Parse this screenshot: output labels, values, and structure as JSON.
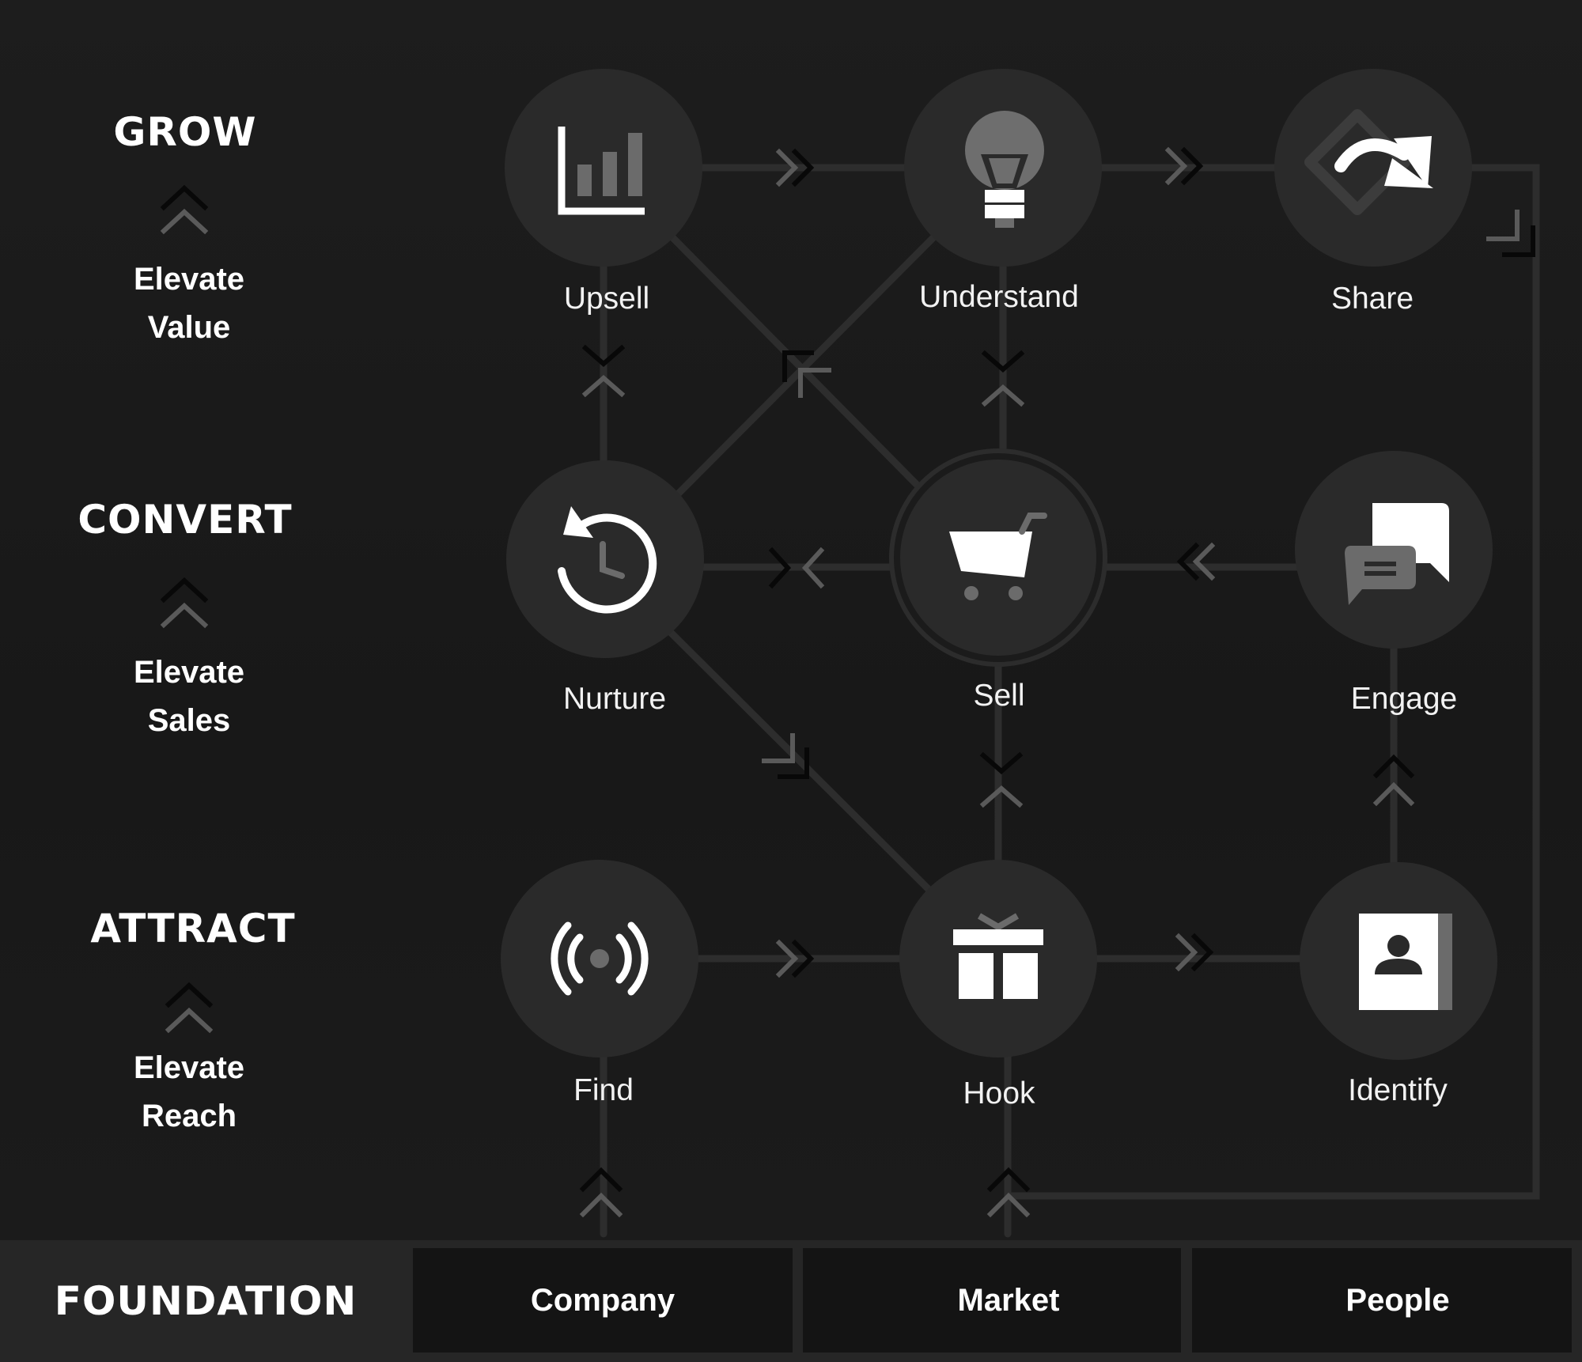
{
  "stages": [
    {
      "title": "GROW",
      "subtitle_line1": "Elevate",
      "subtitle_line2": "Value"
    },
    {
      "title": "CONVERT",
      "subtitle_line1": "Elevate",
      "subtitle_line2": "Sales"
    },
    {
      "title": "ATTRACT",
      "subtitle_line1": "Elevate",
      "subtitle_line2": "Reach"
    }
  ],
  "nodes": {
    "upsell": {
      "label": "Upsell",
      "icon": "bar-chart-icon"
    },
    "understand": {
      "label": "Understand",
      "icon": "lightbulb-icon"
    },
    "share": {
      "label": "Share",
      "icon": "share-arrow-icon"
    },
    "nurture": {
      "label": "Nurture",
      "icon": "history-clock-icon"
    },
    "sell": {
      "label": "Sell",
      "icon": "shopping-cart-icon"
    },
    "engage": {
      "label": "Engage",
      "icon": "chat-bubbles-icon"
    },
    "find": {
      "label": "Find",
      "icon": "broadcast-signal-icon"
    },
    "hook": {
      "label": "Hook",
      "icon": "gift-icon"
    },
    "identify": {
      "label": "Identify",
      "icon": "contact-card-icon"
    }
  },
  "foundation": {
    "title": "FOUNDATION",
    "items": [
      "Company",
      "Market",
      "People"
    ]
  },
  "colors": {
    "background": "#1b1b1b",
    "node_fill": "#2a2a2a",
    "connector": "#2d2d2d",
    "chevron_dark": "#080808",
    "chevron_mid": "#5a5a5a",
    "text": "#ffffff"
  }
}
